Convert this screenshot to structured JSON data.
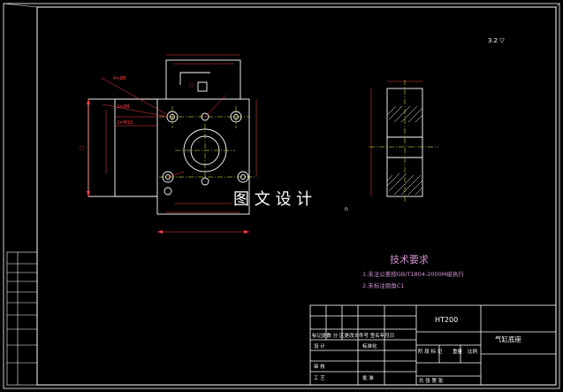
{
  "roughness_symbol": "3.2 ▽",
  "watermark": "图 文 设 计",
  "watermark_suffix": "n",
  "tech_req": {
    "title": "技术要求",
    "items": [
      "1.未注公差按GB/T1804-2000M级执行",
      "2.未标注倒角C1"
    ]
  },
  "title_block": {
    "material": "HT200",
    "part_name": "气缸底座",
    "row_revision": "标记处数 分 区更改文件号 签名年月日",
    "label_design": "设 计",
    "label_standard": "标准化",
    "label_stage": "阶 段 标 记",
    "label_weight": "重量",
    "label_scale": "比例",
    "label_review": "审 核",
    "label_process": "工 艺",
    "label_approve": "批 准",
    "label_total": "共 张 第 张"
  },
  "colors": {
    "background": "#000000",
    "line": "#ffffff",
    "dimension": "#ff4040",
    "center": "#ffff55",
    "hatch": "#ffffff"
  }
}
